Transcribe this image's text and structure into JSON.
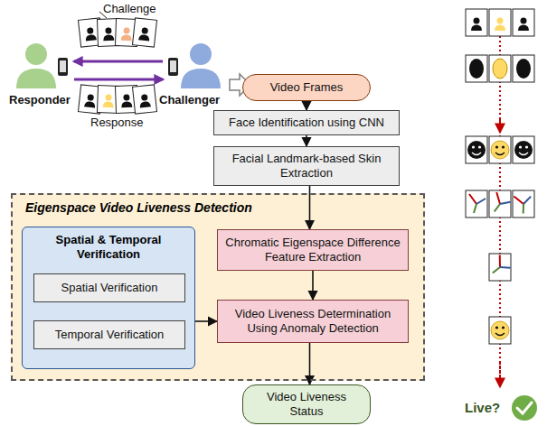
{
  "diagram": {
    "nodes": [
      {
        "text": [
          "Video Frames"
        ]
      },
      {
        "text": [
          "Face Identification using CNN"
        ]
      },
      {
        "text": [
          "Facial Landmark-based Skin Extraction"
        ]
      },
      {
        "text": [
          "Eigenspace Video Liveness Detection"
        ]
      },
      {
        "text": [
          "Spatial & Temporal Verification"
        ],
        "in": 3
      },
      {
        "text": [
          "Spatial Verification"
        ],
        "in": 4
      },
      {
        "text": [
          "Temporal Verification"
        ],
        "in": 4
      },
      {
        "text": [
          "Chromatic Eigenspace Difference Feature Extraction"
        ],
        "in": 3
      },
      {
        "text": [
          "Video Liveness Determination Using Anomaly Detection"
        ],
        "in": 3
      },
      {
        "text": [
          "Video Liveness Status"
        ]
      }
    ],
    "edges": [
      {
        "from": 0,
        "to": 1,
        "arrow": "to"
      },
      {
        "from": 1,
        "to": 2,
        "arrow": "to"
      },
      {
        "from": 2,
        "to": 7,
        "arrow": "to"
      },
      {
        "from": 7,
        "to": 8,
        "arrow": "to"
      },
      {
        "from": 4,
        "to": 8,
        "arrow": "to"
      },
      {
        "from": 8,
        "to": 9,
        "arrow": "to"
      }
    ],
    "labels": [
      "Challenge",
      "Responder",
      "Challenger",
      "Response",
      "Live?"
    ]
  }
}
